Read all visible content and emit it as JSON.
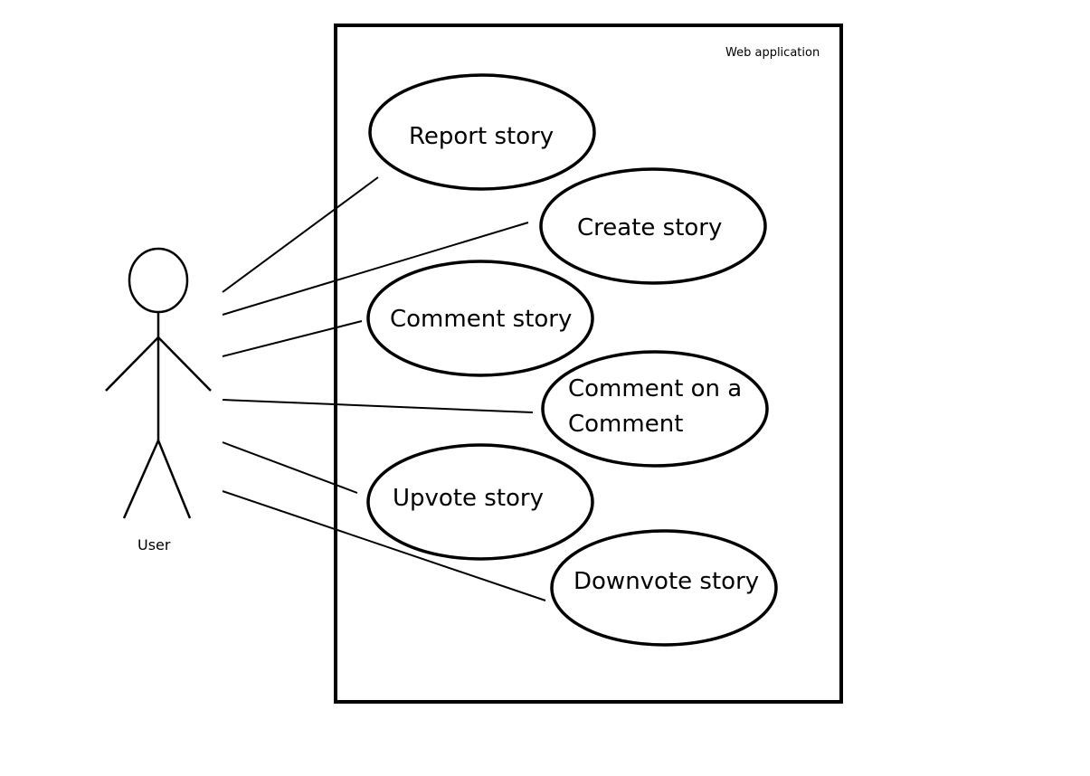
{
  "system": {
    "label": "Web application"
  },
  "actor": {
    "label": "User"
  },
  "use_cases": [
    {
      "lines": [
        "Report story"
      ]
    },
    {
      "lines": [
        "Create story"
      ]
    },
    {
      "lines": [
        "Comment story"
      ]
    },
    {
      "lines": [
        "Comment on a",
        "Comment"
      ]
    },
    {
      "lines": [
        "Upvote story"
      ]
    },
    {
      "lines": [
        "Downvote story"
      ]
    }
  ],
  "colors": {
    "stroke": "#000000",
    "background": "#ffffff"
  }
}
